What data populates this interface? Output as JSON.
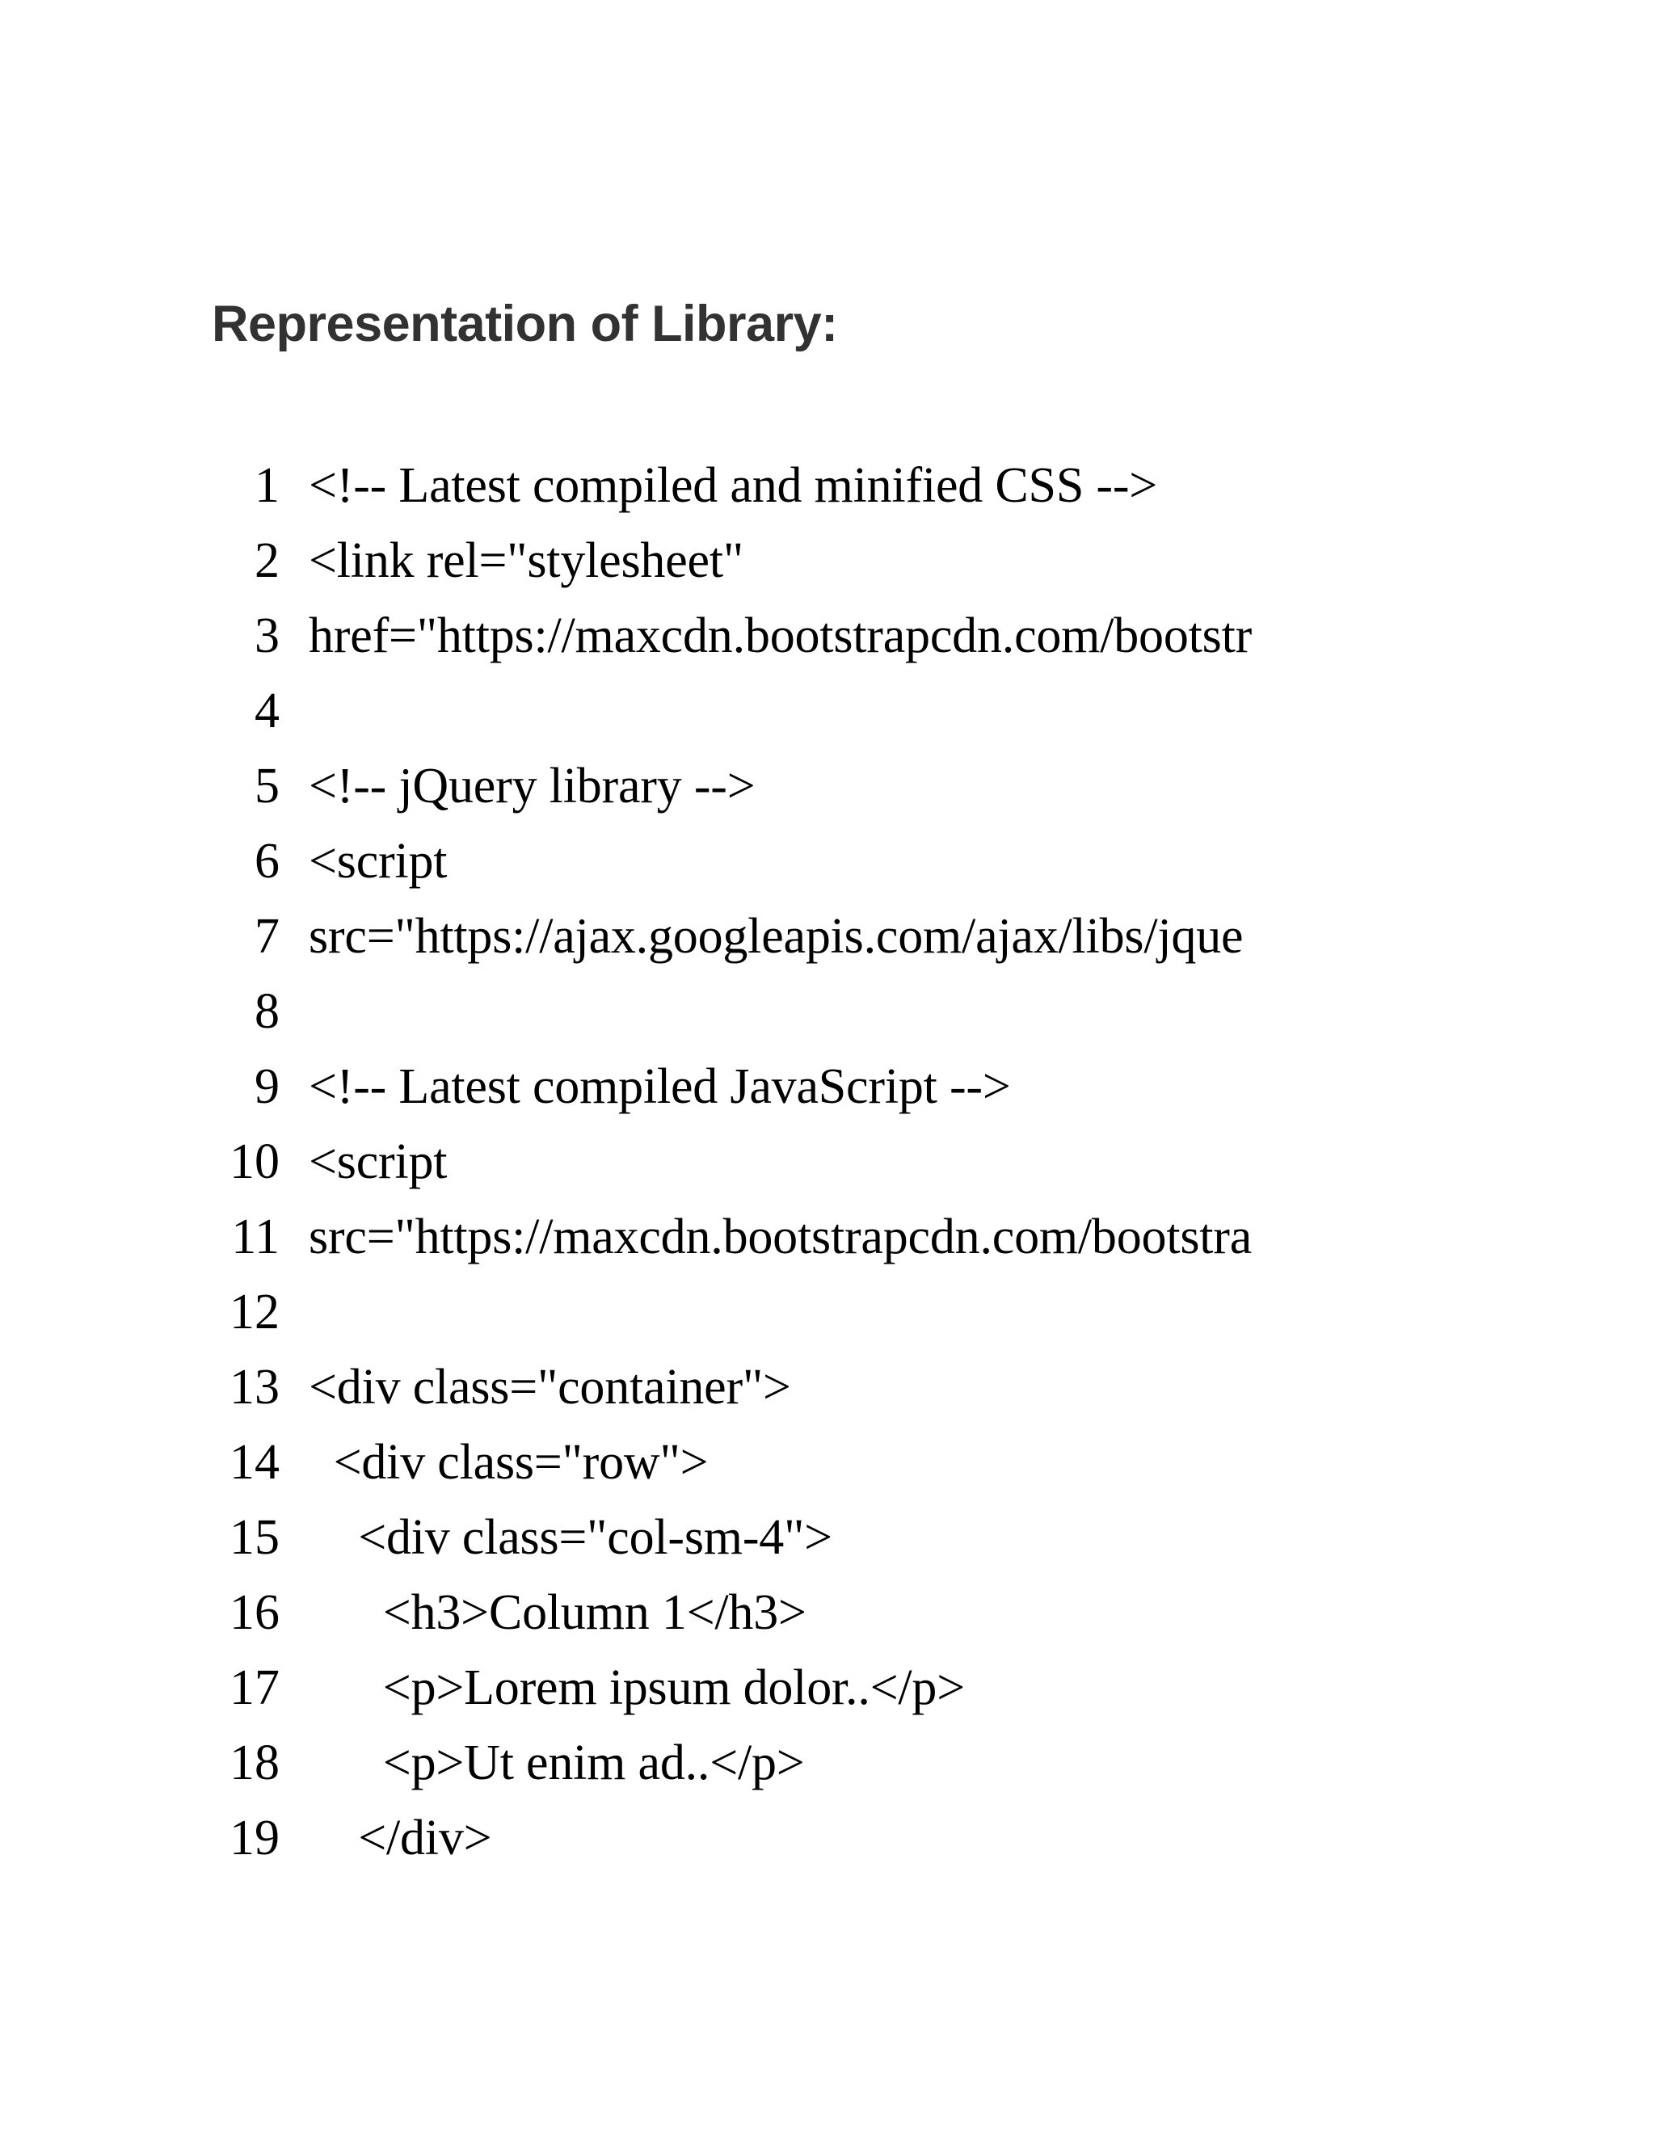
{
  "page": {
    "background_color": "#ffffff",
    "text_color": "#000000"
  },
  "heading": {
    "title": "Representation of Library:",
    "color": "#323232"
  },
  "code_listing": {
    "language": "html",
    "first_line_number": 1,
    "last_line_number": 19,
    "lines": [
      {
        "number": "1",
        "code": "<!-- Latest compiled and minified CSS -->"
      },
      {
        "number": "2",
        "code": "<link rel=\"stylesheet\""
      },
      {
        "number": "3",
        "code": "href=\"https://maxcdn.bootstrapcdn.com/bootstr"
      },
      {
        "number": "4",
        "code": ""
      },
      {
        "number": "5",
        "code": "<!-- jQuery library -->"
      },
      {
        "number": "6",
        "code": "<script"
      },
      {
        "number": "7",
        "code": "src=\"https://ajax.googleapis.com/ajax/libs/jque"
      },
      {
        "number": "8",
        "code": ""
      },
      {
        "number": "9",
        "code": "<!-- Latest compiled JavaScript -->"
      },
      {
        "number": "10",
        "code": "<script"
      },
      {
        "number": "11",
        "code": "src=\"https://maxcdn.bootstrapcdn.com/bootstra"
      },
      {
        "number": "12",
        "code": ""
      },
      {
        "number": "13",
        "code": "<div class=\"container\">"
      },
      {
        "number": "14",
        "code": "  <div class=\"row\">"
      },
      {
        "number": "15",
        "code": "    <div class=\"col-sm-4\">"
      },
      {
        "number": "16",
        "code": "      <h3>Column 1</h3>"
      },
      {
        "number": "17",
        "code": "      <p>Lorem ipsum dolor..</p>"
      },
      {
        "number": "18",
        "code": "      <p>Ut enim ad..</p>"
      },
      {
        "number": "19",
        "code": "    </div>"
      }
    ]
  }
}
